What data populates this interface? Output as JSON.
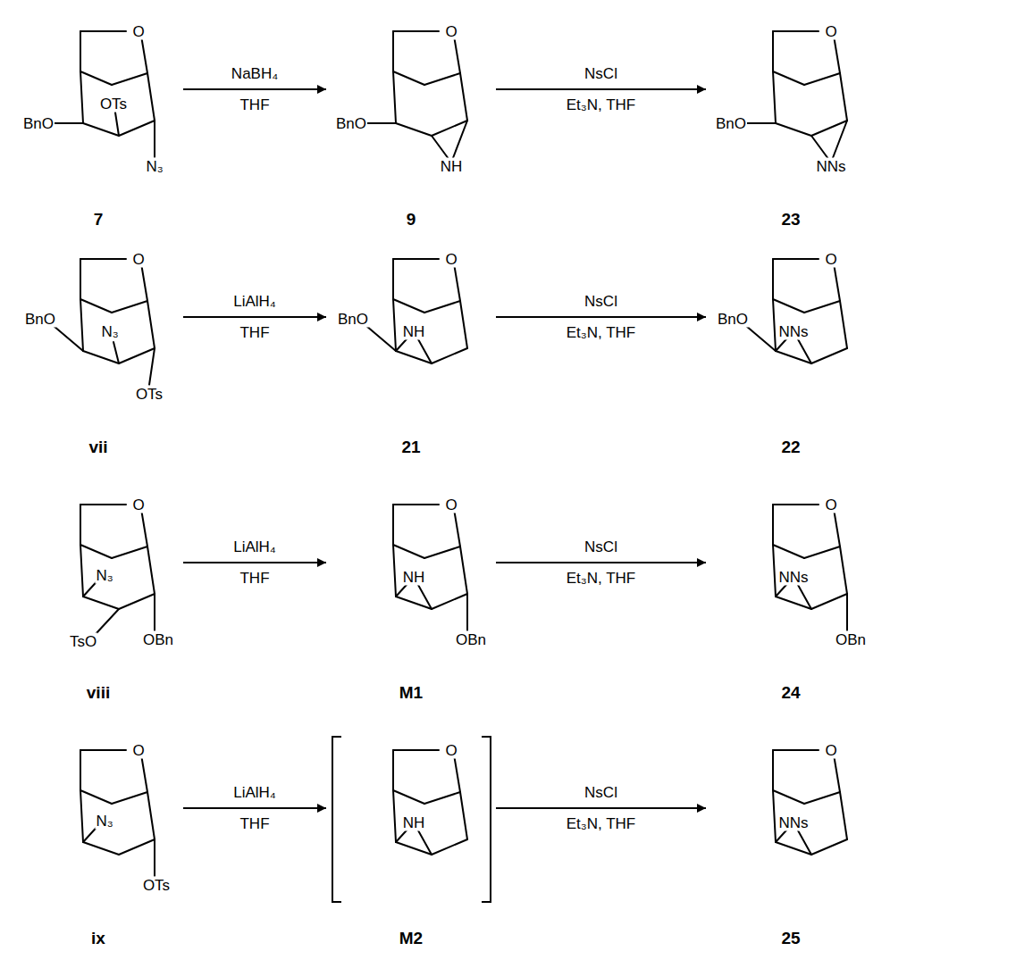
{
  "diagram": {
    "nodes": [
      {
        "text": [
          "O",
          "OTs",
          "BnO",
          "N₃",
          "7"
        ]
      },
      {
        "text": [
          "O",
          "BnO",
          "NH",
          "9"
        ]
      },
      {
        "text": [
          "O",
          "BnO",
          "NNs",
          "23"
        ]
      },
      {
        "text": [
          "BnO",
          "O",
          "N₃",
          "OTs",
          "vii"
        ]
      },
      {
        "text": [
          "BnO",
          "O",
          "NH",
          "21"
        ]
      },
      {
        "text": [
          "BnO",
          "O",
          "NNs",
          "22"
        ]
      },
      {
        "text": [
          "O",
          "N₃",
          "TsO",
          "OBn",
          "viii"
        ]
      },
      {
        "text": [
          "O",
          "NH",
          "OBn",
          "M1"
        ]
      },
      {
        "text": [
          "O",
          "NNs",
          "OBn",
          "24"
        ]
      },
      {
        "text": [
          "O",
          "N₃",
          "OTs",
          "ix"
        ]
      },
      {
        "text": [
          "O",
          "NH",
          "M2"
        ]
      },
      {
        "text": [
          "O",
          "NNs",
          "25"
        ]
      }
    ],
    "edges": [
      {
        "from": 0,
        "to": 1,
        "label": "NaBH₄",
        "arrow": "to"
      },
      {
        "from": 1,
        "to": 2,
        "label": "NsCl",
        "arrow": "to"
      },
      {
        "from": 3,
        "to": 4,
        "label": "LiAlH₄",
        "arrow": "to"
      },
      {
        "from": 4,
        "to": 5,
        "label": "NsCl",
        "arrow": "to"
      },
      {
        "from": 6,
        "to": 7,
        "label": "LiAlH₄",
        "arrow": "to"
      },
      {
        "from": 7,
        "to": 8,
        "label": "NsCl",
        "arrow": "to"
      },
      {
        "from": 9,
        "to": 10,
        "label": "LiAlH₄",
        "arrow": "to"
      },
      {
        "from": 10,
        "to": 11,
        "label": "NsCl",
        "arrow": "to"
      }
    ],
    "labels": [
      "THF",
      "Et₃N, THF",
      "THF",
      "Et₃N, THF",
      "THF",
      "Et₃N, THF",
      "THF",
      "Et₃N, THF"
    ]
  }
}
